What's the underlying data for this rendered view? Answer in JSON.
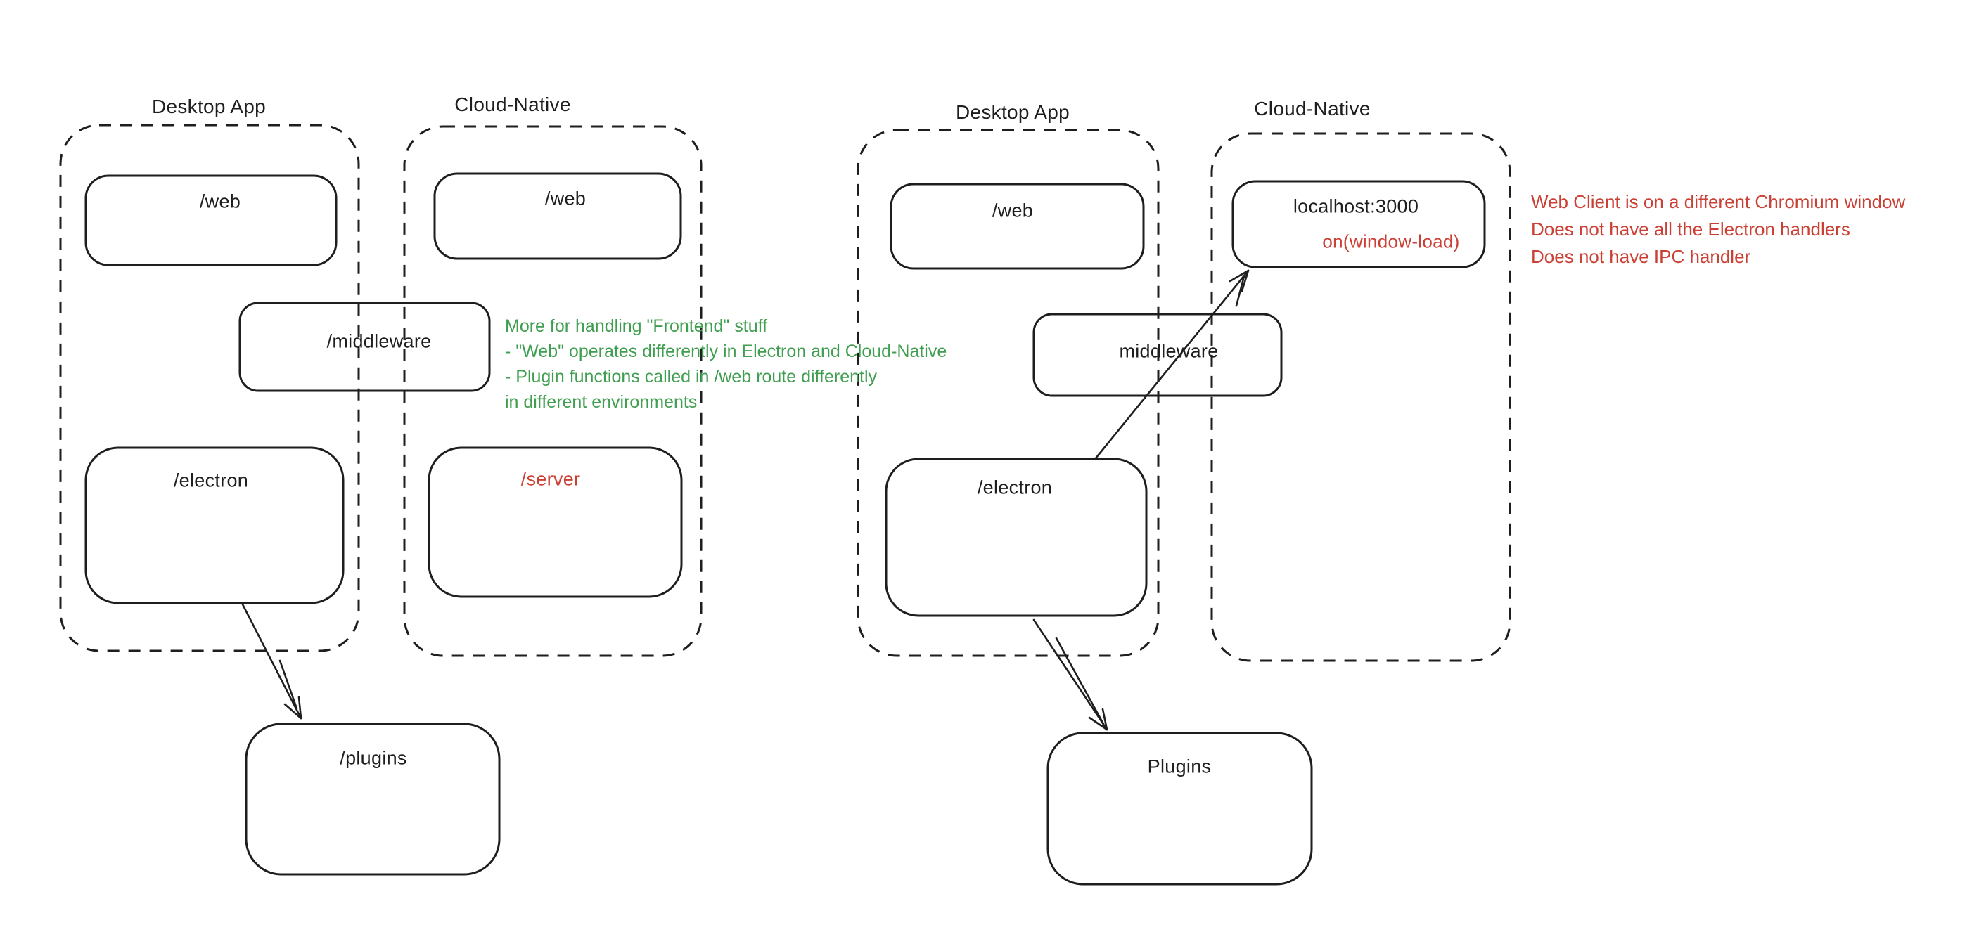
{
  "colors": {
    "ink": "#1e1e1e",
    "red": "#cb4035",
    "green": "#3f9e4f",
    "background": "#ffffff"
  },
  "left_diagram": {
    "desktop_container_label": "Desktop App",
    "cloud_container_label": "Cloud-Native",
    "desktop_web_label": "/web",
    "cloud_web_label": "/web",
    "middleware_label": "/middleware",
    "electron_label": "/electron",
    "server_label": "/server",
    "plugins_label": "/plugins",
    "green_note_lines": [
      "More for handling \"Frontend\" stuff",
      "- \"Web\" operates differently in Electron and Cloud-Native",
      "- Plugin functions called in /web route differently",
      "in different environments"
    ]
  },
  "right_diagram": {
    "desktop_container_label": "Desktop App",
    "cloud_container_label": "Cloud-Native",
    "desktop_web_label": "/web",
    "localhost_label": "localhost:3000",
    "window_load_label": "on(window-load)",
    "middleware_label": "middleware",
    "electron_label": "/electron",
    "plugins_label": "Plugins",
    "red_note_lines": [
      "Web Client is on a different Chromium window",
      "Does not have all the Electron handlers",
      "Does not have IPC handler"
    ]
  }
}
